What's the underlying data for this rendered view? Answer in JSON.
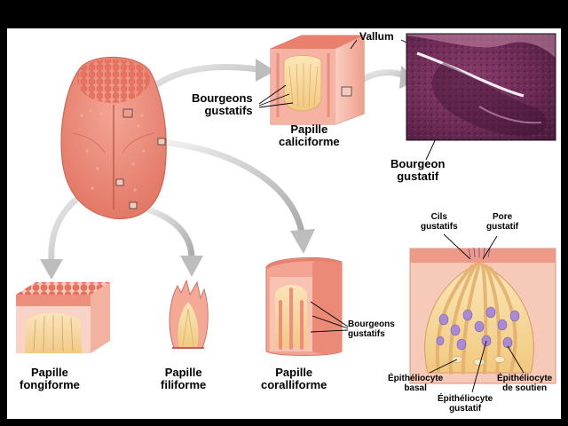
{
  "figure": {
    "labels": {
      "vallum": "Vallum",
      "bourgeons_top_1": "Bourgeons",
      "bourgeons_top_2": "gustatifs",
      "caliciforme_1": "Papille",
      "caliciforme_2": "caliciforme",
      "bourgeon_1": "Bourgeon",
      "bourgeon_2": "gustatif",
      "cils_1": "Cils",
      "cils_2": "gustatifs",
      "pore_1": "Pore",
      "pore_2": "gustatif",
      "fongiforme_1": "Papille",
      "fongiforme_2": "fongiforme",
      "filiforme_1": "Papille",
      "filiforme_2": "filiforme",
      "coralliforme_1": "Papille",
      "coralliforme_2": "coralliforme",
      "bourgeons_low_1": "Bourgeons",
      "bourgeons_low_2": "gustatifs",
      "basal_1": "Épithéliocyte",
      "basal_2": "basal",
      "gustatif_cell_1": "Épithéliocyte",
      "gustatif_cell_2": "gustatif",
      "soutien_1": "Épithéliocyte",
      "soutien_2": "de soutien"
    },
    "colors": {
      "tongue": "#ec8b7c",
      "tongue_dark": "#d8695a",
      "papilla_pink": "#f19a8a",
      "papilla_light": "#f7c9b8",
      "bud_yellow": "#f6dca1",
      "cell_purple": "#a98ad6",
      "micrograph_bg": "#6d2f52",
      "arrow_gray": "#c9c9c9"
    }
  }
}
